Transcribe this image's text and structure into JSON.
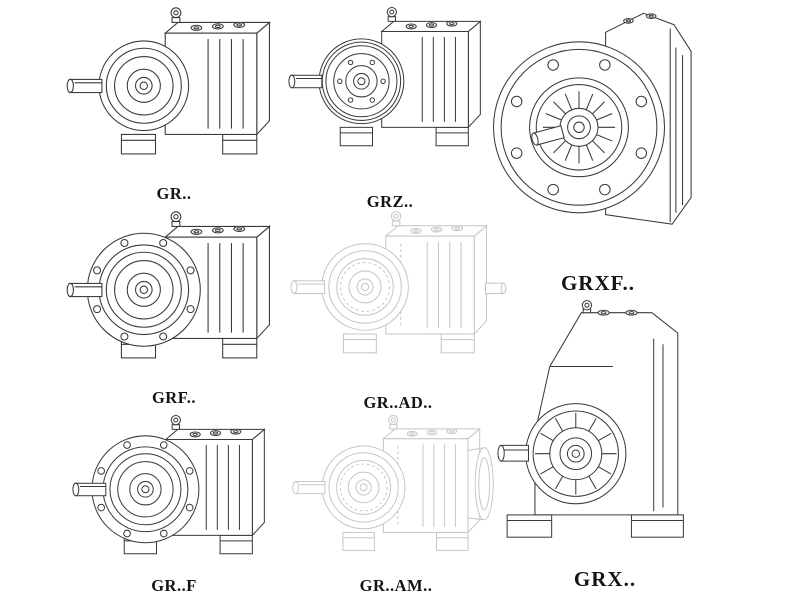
{
  "page": {
    "background": "#ffffff"
  },
  "colors": {
    "line_dark": "#3a3a3a",
    "line_light": "#c6c6c6",
    "label_text": "#141414"
  },
  "figures": [
    {
      "id": "gr",
      "label": "GR.."
    },
    {
      "id": "grz",
      "label": "GRZ.."
    },
    {
      "id": "grxf",
      "label": "GRXF.."
    },
    {
      "id": "grf",
      "label": "GRF.."
    },
    {
      "id": "grad",
      "label": "GR..AD.."
    },
    {
      "id": "grff",
      "label": "GR..F"
    },
    {
      "id": "gram",
      "label": "GR..AM.."
    },
    {
      "id": "grx",
      "label": "GRX.."
    }
  ]
}
